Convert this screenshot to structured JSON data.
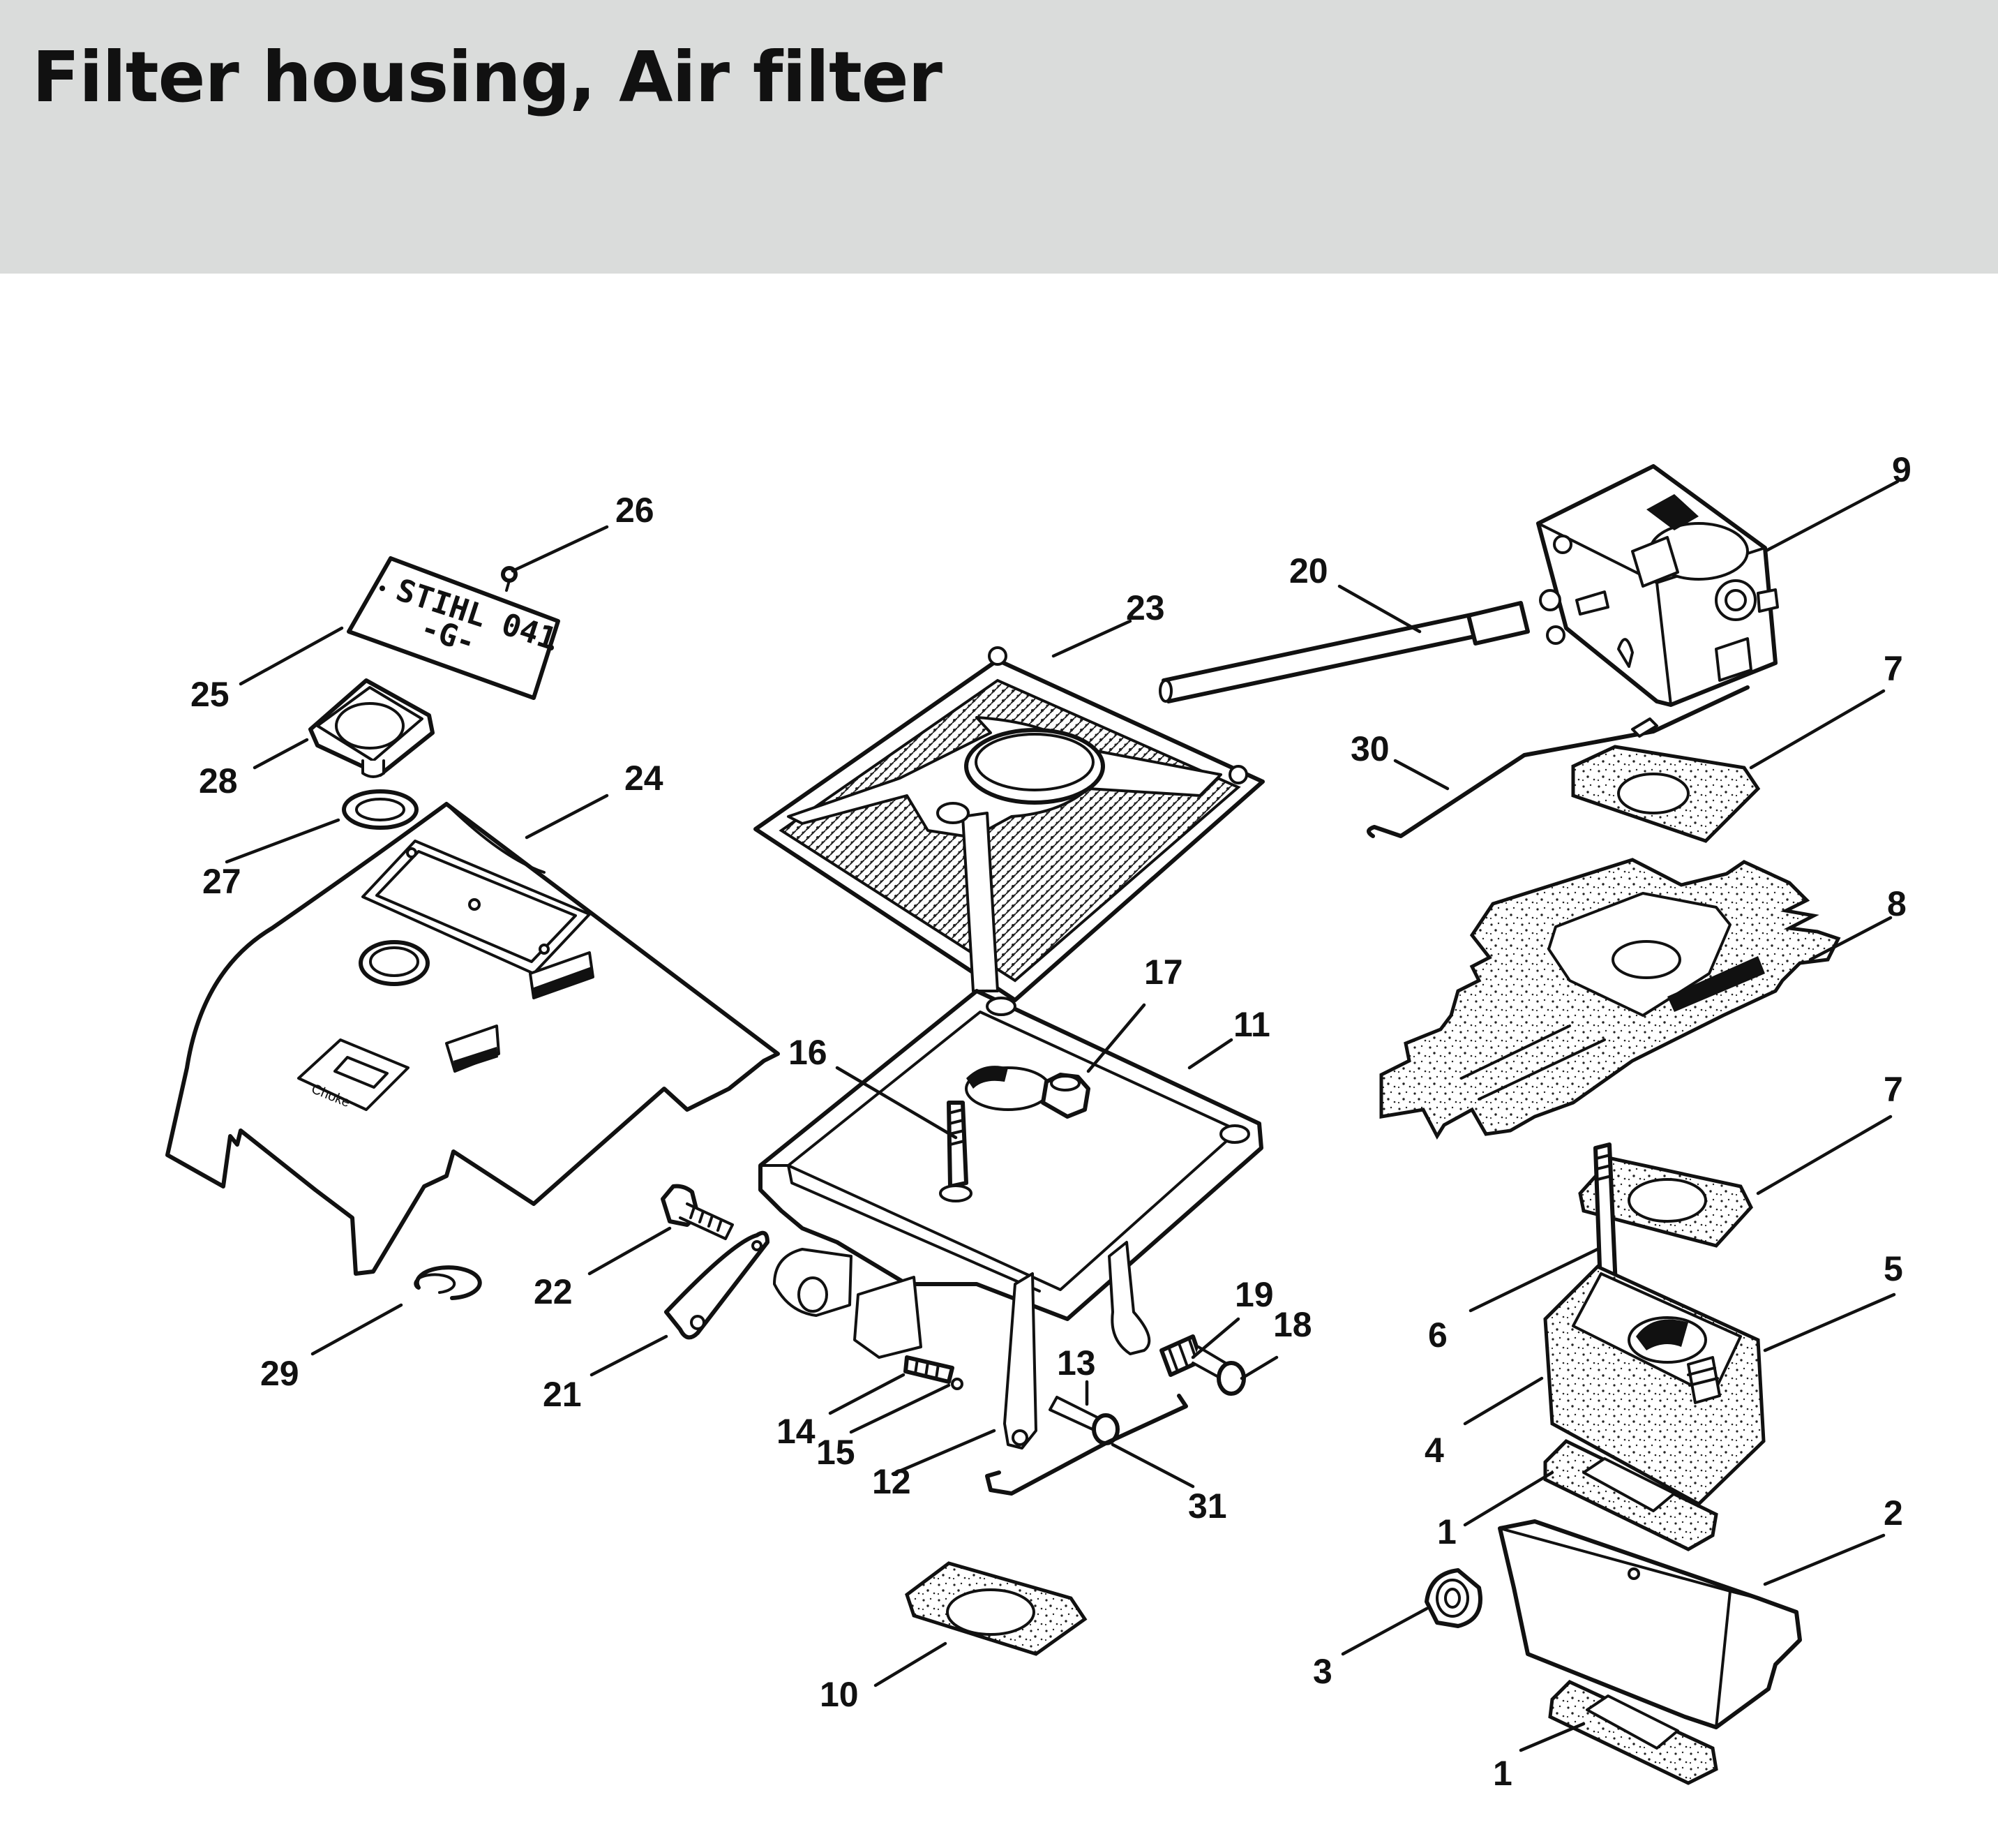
{
  "title": "Filter housing, Air filter",
  "plate": {
    "line1": "STIHL 041",
    "line2": "-G-"
  },
  "choke_label": "Choke",
  "callouts": [
    {
      "id": "c26",
      "label": "26"
    },
    {
      "id": "c25",
      "label": "25"
    },
    {
      "id": "c28",
      "label": "28"
    },
    {
      "id": "c27",
      "label": "27"
    },
    {
      "id": "c24",
      "label": "24"
    },
    {
      "id": "c29",
      "label": "29"
    },
    {
      "id": "c22",
      "label": "22"
    },
    {
      "id": "c21",
      "label": "21"
    },
    {
      "id": "c23",
      "label": "23"
    },
    {
      "id": "c20",
      "label": "20"
    },
    {
      "id": "c9",
      "label": "9"
    },
    {
      "id": "c7a",
      "label": "7"
    },
    {
      "id": "c30",
      "label": "30"
    },
    {
      "id": "c8",
      "label": "8"
    },
    {
      "id": "c17",
      "label": "17"
    },
    {
      "id": "c11",
      "label": "11"
    },
    {
      "id": "c16",
      "label": "16"
    },
    {
      "id": "c7b",
      "label": "7"
    },
    {
      "id": "c5",
      "label": "5"
    },
    {
      "id": "c6",
      "label": "6"
    },
    {
      "id": "c4",
      "label": "4"
    },
    {
      "id": "c19",
      "label": "19"
    },
    {
      "id": "c18",
      "label": "18"
    },
    {
      "id": "c13",
      "label": "13"
    },
    {
      "id": "c14",
      "label": "14"
    },
    {
      "id": "c15",
      "label": "15"
    },
    {
      "id": "c12",
      "label": "12"
    },
    {
      "id": "c31",
      "label": "31"
    },
    {
      "id": "c1a",
      "label": "1"
    },
    {
      "id": "c2",
      "label": "2"
    },
    {
      "id": "c3",
      "label": "3"
    },
    {
      "id": "c10",
      "label": "10"
    },
    {
      "id": "c1b",
      "label": "1"
    }
  ]
}
